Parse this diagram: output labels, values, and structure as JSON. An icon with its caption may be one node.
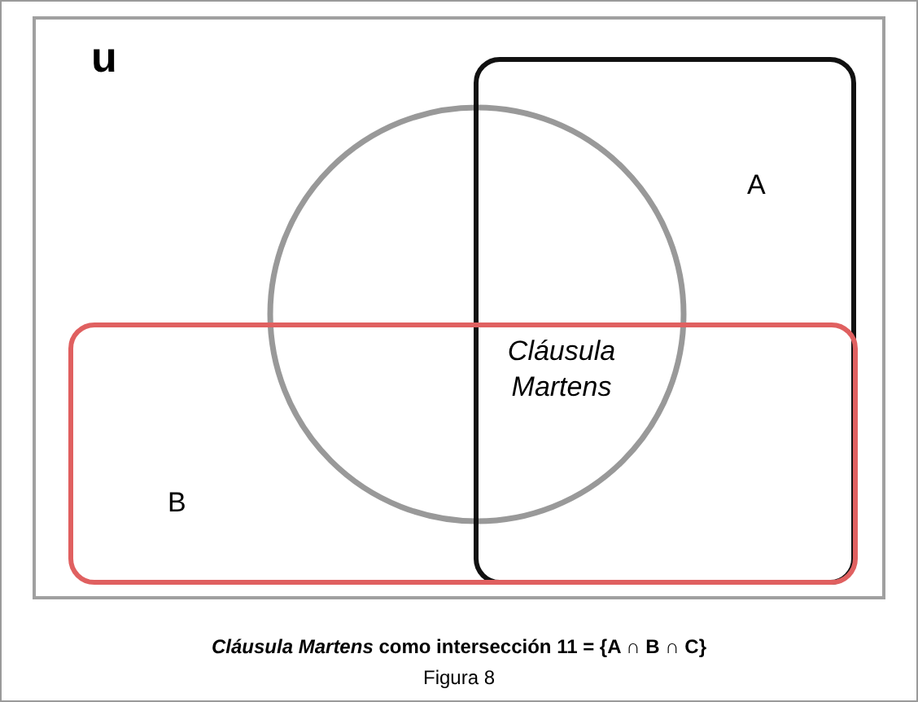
{
  "diagram": {
    "caption": "*Cláusula Martens* como intersección 11 = {A ∩ B ∩ C}",
    "nodes": [
      {
        "text": [
          "u"
        ]
      },
      {
        "text": [],
        "shape": "circle",
        "in": 0
      },
      {
        "text": [
          "A"
        ],
        "in": 0
      },
      {
        "text": [
          "B"
        ],
        "in": 0
      }
    ],
    "labels": [
      "Cláusula Martens",
      "Figura 8"
    ]
  }
}
